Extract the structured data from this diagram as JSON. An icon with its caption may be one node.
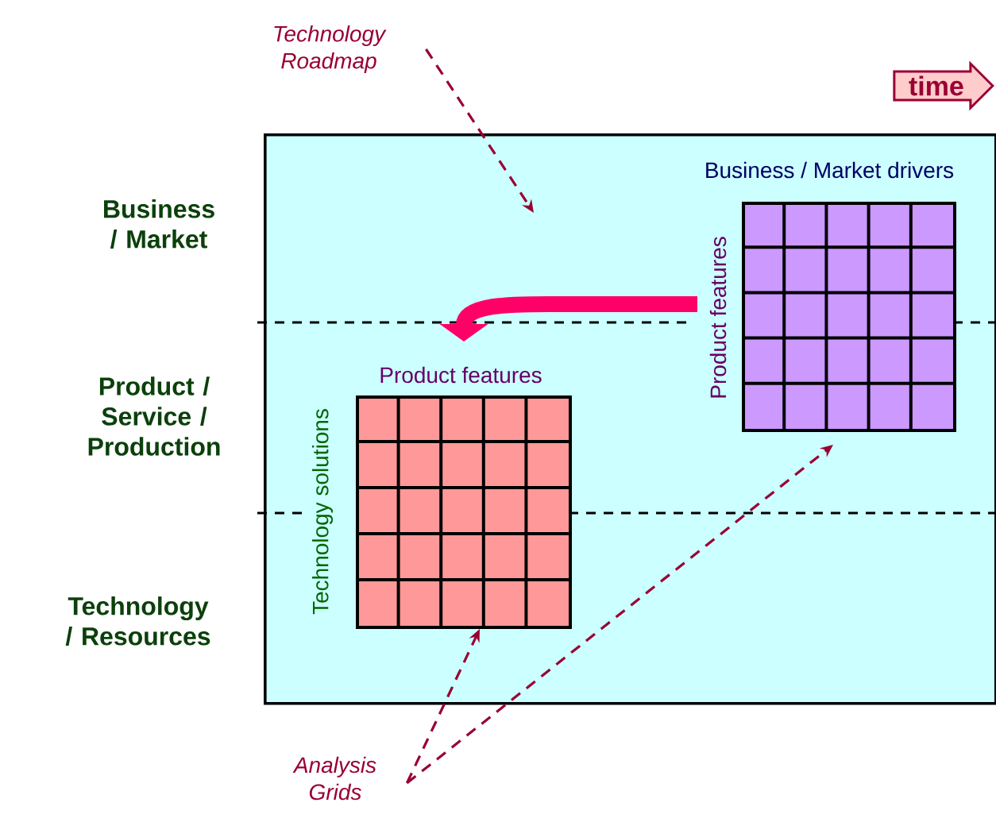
{
  "diagram": {
    "nodes": [
      {
        "text": [],
        "shape": "box"
      },
      {
        "text": [
          "Technology Roadmap"
        ]
      },
      {
        "text": [
          "time"
        ]
      },
      {
        "text": [
          "Business / Market drivers",
          "Product features"
        ],
        "in": 0
      },
      {
        "text": [
          "Product features",
          "Technology solutions"
        ],
        "in": 0
      },
      {
        "text": [
          "Analysis Grids"
        ]
      }
    ],
    "edges": [
      {
        "from": 1,
        "to": 0,
        "arrow": "to",
        "style": "dashed"
      },
      {
        "from": 3,
        "to": 4,
        "arrow": "to",
        "style": "thick",
        "color": "#ff0066"
      },
      {
        "from": 5,
        "to": 4,
        "arrow": "to",
        "style": "dashed"
      },
      {
        "from": 5,
        "to": 3,
        "arrow": "to",
        "style": "dashed"
      }
    ],
    "labels": [
      "Business / Market",
      "Product / Service / Production",
      "Technology / Resources"
    ]
  }
}
